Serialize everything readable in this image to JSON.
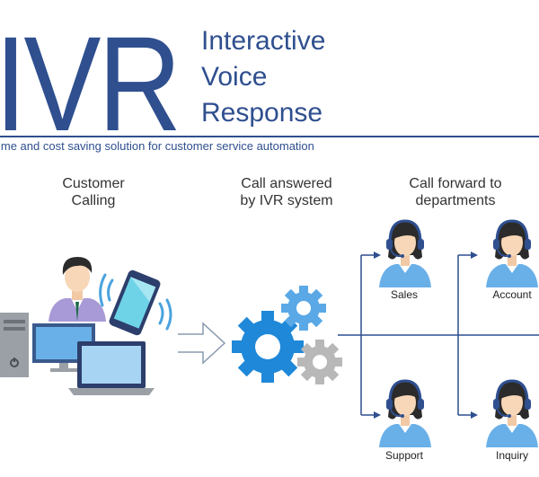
{
  "header": {
    "big_title": "IVR",
    "title_lines": [
      "Interactive",
      "Voice",
      "Response"
    ],
    "tagline": "ime and cost saving solution for customer service automation"
  },
  "columns": {
    "customer": [
      "Customer",
      "Calling"
    ],
    "ivr": [
      "Call answered",
      "by IVR system"
    ],
    "forward": [
      "Call forward to",
      "departments"
    ]
  },
  "departments": [
    "Sales",
    "Account",
    "Support",
    "Inquiry"
  ],
  "colors": {
    "brand_blue": "#2f4f8f",
    "gear_blue": "#1f88d8",
    "gear_light": "#5aa9e6",
    "gear_gray": "#b8b8b8",
    "agent_shirt": "#6ab0e8",
    "headset": "#2f4f8f"
  },
  "icons": [
    "person-icon",
    "smartphone-icon",
    "desktop-computer-icon",
    "laptop-icon",
    "arrow-right-icon",
    "gears-icon",
    "agent-headset-icon"
  ]
}
